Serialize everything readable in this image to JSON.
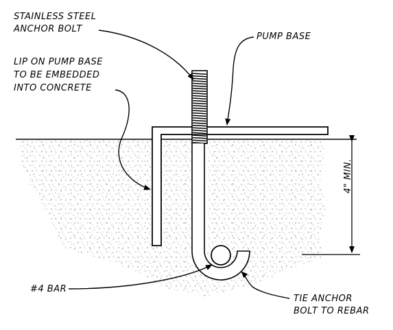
{
  "labels": {
    "anchor_bolt": [
      "STAINLESS STEEL",
      "ANCHOR BOLT"
    ],
    "pump_base": "PUMP BASE",
    "lip": [
      "LIP ON PUMP BASE",
      "TO BE EMBEDDED",
      "INTO CONCRETE"
    ],
    "bar": "#4 BAR",
    "tie": [
      "TIE ANCHOR",
      "BOLT TO REBAR"
    ],
    "dimension": "4\" MIN."
  },
  "colors": {
    "line": "#000000",
    "concrete_speckle": "#9a9a9a",
    "background": "#ffffff"
  }
}
